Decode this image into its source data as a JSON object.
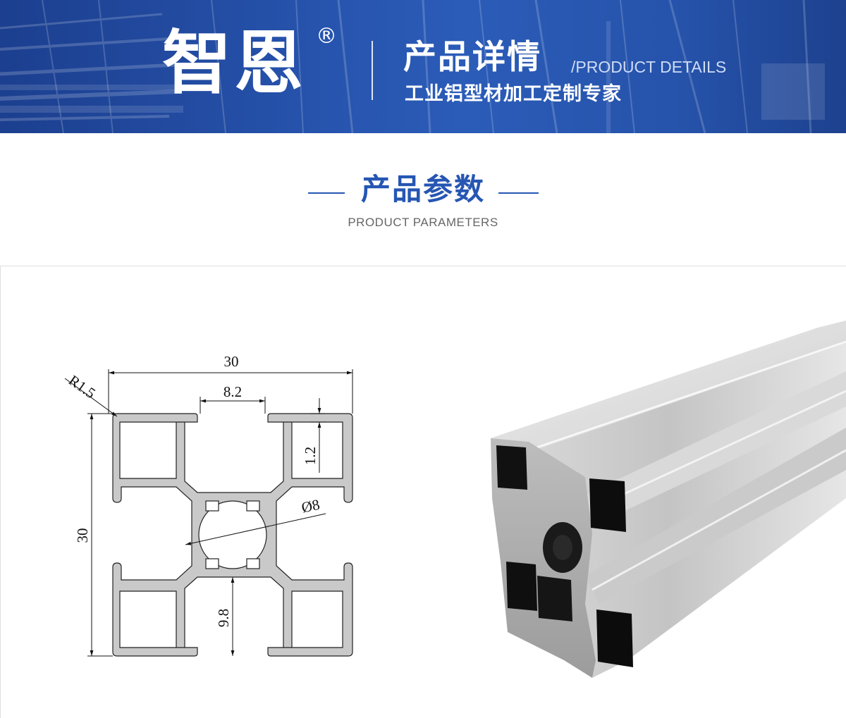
{
  "banner": {
    "brand": "智恩",
    "registered_mark": "®",
    "title": "产品详情",
    "title_en": "/PRODUCT DETAILS",
    "subtitle": "工业铝型材加工定制专家"
  },
  "section": {
    "title": "产品参数",
    "subtitle": "PRODUCT PARAMETERS"
  },
  "drawing": {
    "dimensions": {
      "width": "30",
      "height": "30",
      "slot": "8.2",
      "wall": "1.2",
      "bore": "Ø8",
      "radius": "R1.5",
      "depth": "9.8"
    }
  },
  "colors": {
    "banner_blue": "#2652ab",
    "heading_blue": "#2656b3",
    "profile_fill": "#c9c9c9"
  }
}
